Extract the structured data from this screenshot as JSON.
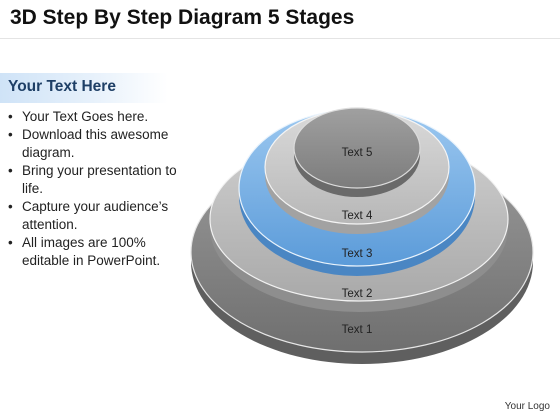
{
  "title": "3D Step By Step Diagram 5 Stages",
  "sidebar": {
    "heading": "Your Text Here",
    "bullets": [
      "Your Text Goes here.",
      "Download this awesome diagram.",
      "Bring your presentation to life.",
      "Capture your audience’s attention.",
      "All images are 100% editable in PowerPoint."
    ]
  },
  "stages": [
    {
      "label": "Text 1",
      "color": "#8f8f8f"
    },
    {
      "label": "Text 2",
      "color": "#bdbdbd"
    },
    {
      "label": "Text 3",
      "color": "#7fb3e6"
    },
    {
      "label": "Text 4",
      "color": "#c7c7c7"
    },
    {
      "label": "Text 5",
      "color": "#8e8e8e"
    }
  ],
  "logo": "Your Logo"
}
